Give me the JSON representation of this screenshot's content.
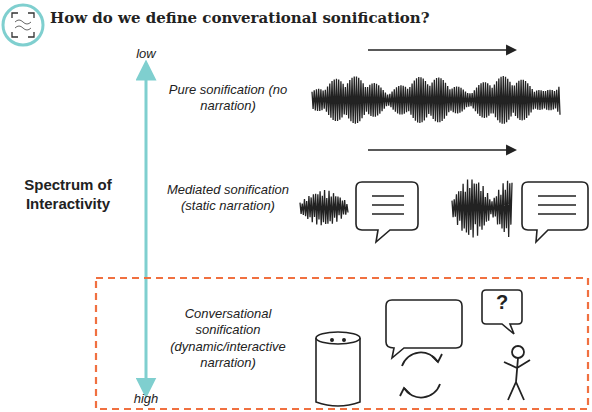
{
  "diagram": {
    "title": "How do we define converational sonification?",
    "nodes": [
      {
        "text": [
          "Conversational sonification (dynamic/interactive narration)"
        ]
      },
      {
        "text": [
          "?"
        ],
        "in": 0
      }
    ],
    "labels": [
      "low",
      "Spectrum of Interactivity",
      "Pure sonification (no narration)",
      "Mediated sonification (static narration)",
      "high"
    ]
  }
}
